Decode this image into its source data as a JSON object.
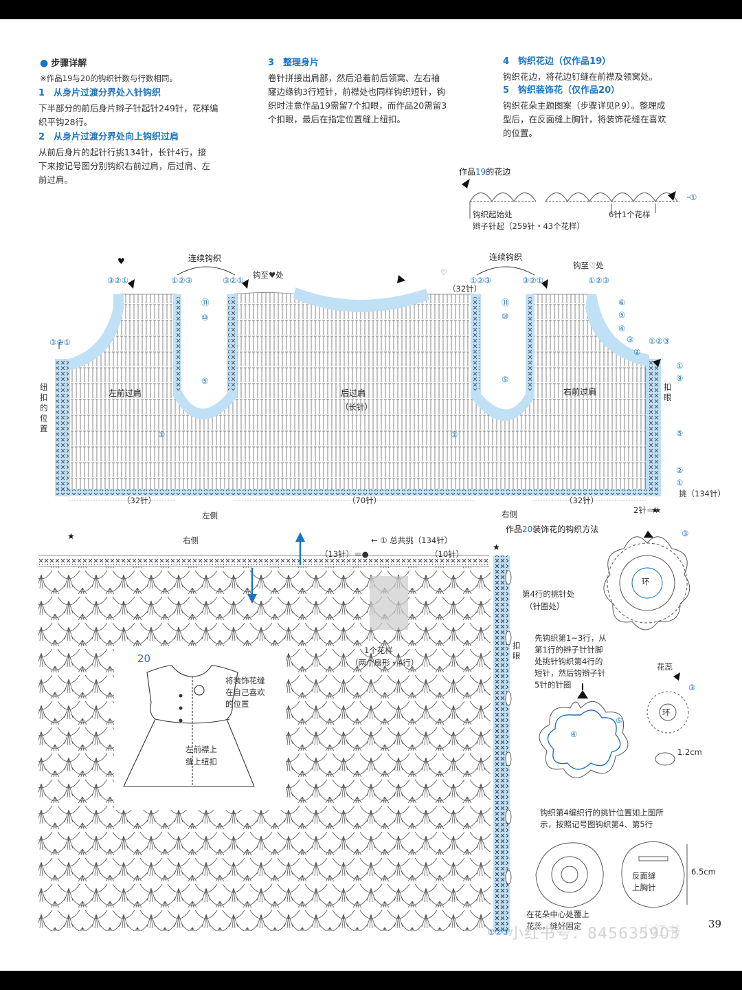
{
  "steps": {
    "heading": "步骤详解",
    "note": "※作品19与20的钩织针数与行数相同。",
    "s1_title": "1　从身片过渡分界处入针钩织",
    "s1_l1": "下半部分的前后身片辫子针起针249针，花样编",
    "s1_l2": "织平钩28行。",
    "s2_title": "2　从身片过渡分界处向上钩织过肩",
    "s2_l1": "从前后身片的起针行挑134针，长针4行，接",
    "s2_l2": "下来按记号图分别钩织右前过肩，后过肩、左",
    "s2_l3": "前过肩。",
    "s3_title": "3　整理身片",
    "s3_l1": "卷针拼接出肩部，然后沿着前后领窝、左右袖",
    "s3_l2": "窿边缘钩3行短针，前襟处也同样钩织短针，钩",
    "s3_l3": "织时注意作品19需留7个扣眼，而作品20需留3",
    "s3_l4": "个扣眼，最后在指定位置缝上纽扣。",
    "s4_title": "4　钩织花边（仅作品19）",
    "s4_l1": "钩织花边，将花边钉缝在前襟及领窝处。",
    "s5_title": "5　钩织装饰花（仅作品20）",
    "s5_l1": "钩织花朵主题图案（步骤详见P.9）。整理成",
    "s5_l2": "型后，在反面缝上胸针，将装饰花缝在喜欢",
    "s5_l3": "的位置。"
  },
  "edging": {
    "title_pre": "作品",
    "title_num": "19",
    "title_post": "的花边",
    "start1": "钩织起始处",
    "start2": "辫子针起（259针・43个花样）",
    "pattern": "6针1个花样",
    "row_marker": "①"
  },
  "yoke": {
    "continue_left": "连续钩织",
    "continue_right": "连续钩织",
    "to_heart_black": "钩至♥处",
    "to_heart_white": "钩至♡处",
    "left_front": "左前过肩",
    "back": "后过肩",
    "back_sub": "（长针）",
    "right_front": "右前过肩",
    "button_pos": "纽扣的位置",
    "buttonhole": "扣眼",
    "left_side": "左侧",
    "right_side": "右侧",
    "count_32_left": "（32针）",
    "count_70": "（70针）",
    "count_32_right": "（32针）",
    "count_32_top": "（32针）",
    "pick_134": "挑（134针）",
    "two_stitch": "2针＝★",
    "rows_123": "③②①",
    "rows_123b": "①②③",
    "r11": "⑪",
    "r10": "⑩",
    "r5": "⑤",
    "r1": "①",
    "r6": "⑥",
    "r4": "④",
    "r3": "③",
    "r2": "②",
    "r9": "⑨",
    "r5b": "⑤"
  },
  "body": {
    "right_side": "右侧",
    "total_pick": "← ① 总共挑（134针）",
    "c13": "（13针）＝●",
    "c10": "（10针）",
    "one_pattern1": "1个花样",
    "one_pattern2": "（两个扇形・4行）",
    "buttonhole": "扣眼",
    "rows_bottom": "①②③",
    "piece_num": "20",
    "dress_note1": "将装饰花缝",
    "dress_note2": "在自己喜欢",
    "dress_note3": "的位置",
    "dress_note4": "左前襟上",
    "dress_note5": "缝上纽扣"
  },
  "flower": {
    "title_pre": "作品",
    "title_num": "20",
    "title_post": "装饰花的钩织方法",
    "pick4_1": "第4行的挑针处",
    "pick4_2": "（针圈处）",
    "instr1": "先钩织第1~3行，从",
    "instr2": "第1行的辫子针针脚",
    "instr3": "处挑针钩织第4行的",
    "instr4": "短针，然后钩辫子针",
    "instr5": "5针的针圈",
    "stamen": "花蕊",
    "size1": "1.2cm",
    "note_4_5_1": "钩织第4编织行的挑针位置如上图所",
    "note_4_5_2": "示，按照记号图钩织第4、第5行",
    "center1": "在花朵中心处覆上",
    "center2": "花蕊，缝好固定",
    "pin1": "反面缝",
    "pin2": "上胸针",
    "size2": "6.5cm",
    "r3": "③",
    "r5": "⑤",
    "r4": "④",
    "r3b": "③",
    "ring": "环"
  },
  "page_number": "39",
  "watermark": "小红书号：845635903",
  "watermark_logo": "小红书",
  "colors": {
    "accent": "#1a73c6",
    "fill": "#bfe0f5"
  }
}
